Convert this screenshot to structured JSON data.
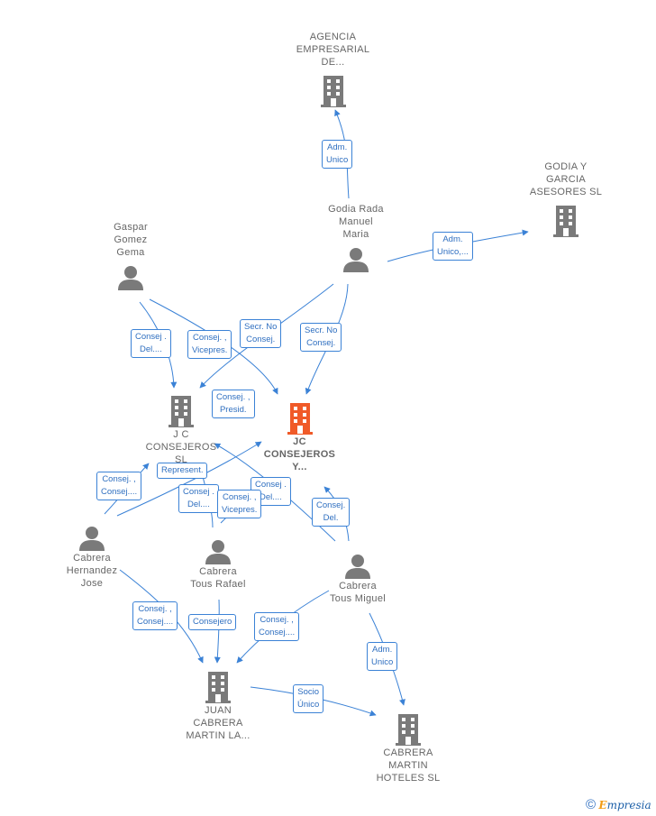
{
  "colors": {
    "edge": "#3b82d6",
    "node": "#7a7a7a",
    "focus": "#f05a28"
  },
  "nodes": {
    "agencia": {
      "label": "AGENCIA\nEMPRESARIAL\nDE...",
      "kind": "company"
    },
    "godia_garcia": {
      "label": "GODIA Y\nGARCIA\nASESORES  SL",
      "kind": "company"
    },
    "godia_rada": {
      "label": "Godia Rada\nManuel\nMaria",
      "kind": "person"
    },
    "gaspar": {
      "label": "Gaspar\nGomez\nGema",
      "kind": "person"
    },
    "jc_consejeros_sl": {
      "label": "J C\nCONSEJEROS\nSL",
      "kind": "company"
    },
    "jc_consejeros_y": {
      "label": "JC\nCONSEJEROS\nY...",
      "kind": "company-focus"
    },
    "cabrera_hernandez": {
      "label": "Cabrera\nHernandez\nJose",
      "kind": "person"
    },
    "cabrera_rafael": {
      "label": "Cabrera\nTous Rafael",
      "kind": "person"
    },
    "cabrera_miguel": {
      "label": "Cabrera\nTous Miguel",
      "kind": "person"
    },
    "juan_cabrera": {
      "label": "JUAN\nCABRERA\nMARTIN LA...",
      "kind": "company"
    },
    "cabrera_hoteles": {
      "label": "CABRERA\nMARTIN\nHOTELES  SL",
      "kind": "company"
    }
  },
  "edge_labels": {
    "adm_unico_1": "Adm.\nUnico",
    "adm_unico_2": "Adm.\nUnico,...",
    "consej_del_1": "Consej .\nDel....",
    "consej_vicepres_1": "Consej. ,\nVicepres.",
    "secr_no_consej_1": "Secr.  No\nConsej.",
    "secr_no_consej_2": "Secr.  No\nConsej.",
    "consej_presid": "Consej. ,\nPresid.",
    "consej_consej_1": "Consej. ,\nConsej....",
    "represent": "Represent.",
    "consej_del_2": "Consej .\nDel....",
    "consej_del_3": "Consej .\nDel....",
    "consej_vicepres_2": "Consej. ,\nVicepres.",
    "consej_del_4": "Consej.\nDel.",
    "consej_consej_2": "Consej. ,\nConsej....",
    "consejero": "Consejero",
    "consej_consej_3": "Consej. ,\nConsej....",
    "adm_unico_3": "Adm.\nUnico",
    "socio_unico": "Socio\nÚnico"
  },
  "brand": {
    "copyright": "©",
    "e": "E",
    "rest": "mpresia"
  }
}
